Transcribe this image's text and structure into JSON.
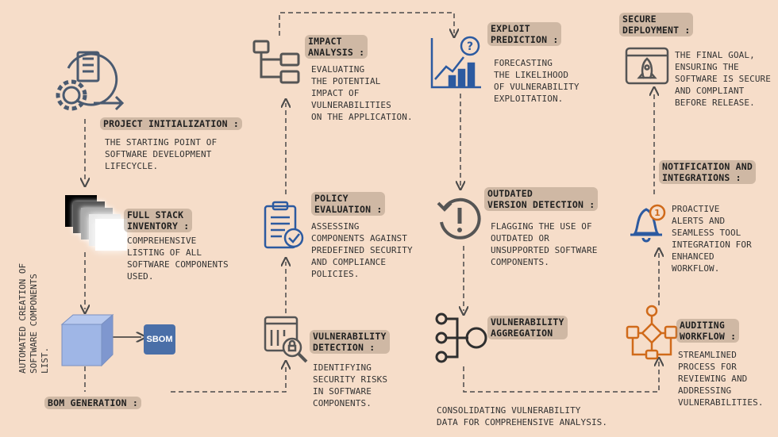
{
  "colors": {
    "background": "#f6ddc9",
    "icon_dark": "#4a5a70",
    "icon_blue": "#2c5aa0",
    "icon_orange": "#d06a1a",
    "cube": "#9fb6e6",
    "sbom": "#4a6fa8",
    "highlight": "#b8a898"
  },
  "nodes": {
    "project_init": {
      "title": "Project Initialization :",
      "desc": [
        "The starting point of",
        "software development",
        "lifecycle."
      ]
    },
    "full_stack": {
      "title": [
        "Full stack",
        "inventory :"
      ],
      "desc": [
        "Comprehensive",
        "listing of all",
        "software components",
        "used."
      ]
    },
    "side_note": {
      "text": [
        "Automated creation of",
        "software components",
        "list."
      ]
    },
    "sbom": {
      "label": "SBOM"
    },
    "bom_gen": {
      "title": "BOM generation :"
    },
    "impact": {
      "title": [
        "Impact",
        "analysis :"
      ],
      "desc": [
        "evaluating",
        "the potential",
        "impact of",
        "vulnerabilities",
        "on the application."
      ]
    },
    "policy": {
      "title": [
        "Policy",
        "Evaluation :"
      ],
      "desc": [
        "Assessing",
        "components against",
        "predefined security",
        "and compliance",
        "policies."
      ]
    },
    "vuln_detect": {
      "title": [
        "Vulnerability",
        "Detection :"
      ],
      "desc": [
        "Identifying",
        "security risks",
        "in software",
        "components."
      ]
    },
    "exploit": {
      "title": [
        "Exploit",
        "prediction :"
      ],
      "desc": [
        "Forecasting",
        "the likelihood",
        "of vulnerability",
        "exploitation."
      ]
    },
    "outdated": {
      "title": [
        "Outdated",
        "version detection :"
      ],
      "desc": [
        "Flagging the use of",
        "outdated or",
        "unsupported software",
        "components."
      ]
    },
    "vuln_agg": {
      "title": [
        "Vulnerability",
        "aggregation"
      ],
      "desc": [
        "Consolidating vulnerability",
        "data for comprehensive analysis."
      ]
    },
    "secure": {
      "title": [
        "Secure",
        "deployment :"
      ],
      "desc": [
        "The final goal,",
        "ensuring the",
        "software is secure",
        "and compliant",
        "before release."
      ]
    },
    "notify": {
      "title": [
        "Notification and",
        "integrations :"
      ],
      "desc": [
        "Proactive",
        "alerts and",
        "seamless tool",
        "integration for",
        "enhanced",
        "workflow."
      ]
    },
    "audit": {
      "title": [
        "Auditing",
        "workflow :"
      ],
      "desc": [
        "Streamlined",
        "process for",
        "reviewing and",
        "addressing",
        "vulnerabilities."
      ]
    },
    "bell_badge": "1"
  }
}
